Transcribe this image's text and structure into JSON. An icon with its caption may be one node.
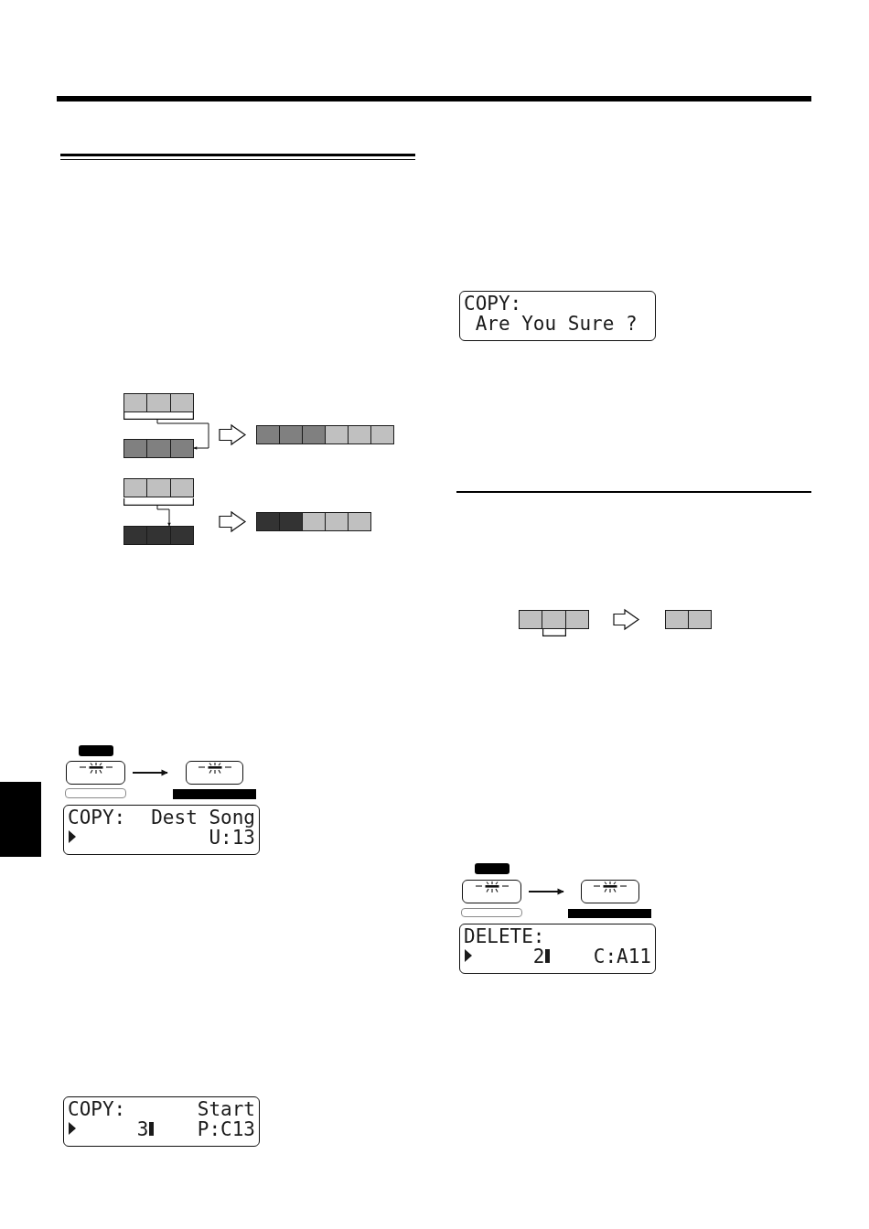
{
  "diagram": {
    "nodes": [
      {
        "text": [],
        "shape": "bar"
      },
      {
        "text": [],
        "shape": "bracket"
      },
      {
        "text": [],
        "shape": "bar"
      },
      {
        "text": [],
        "shape": "bar"
      },
      {
        "text": [],
        "shape": "bar"
      },
      {
        "text": [],
        "shape": "bracket"
      },
      {
        "text": [],
        "shape": "bar"
      },
      {
        "text": [],
        "shape": "bar"
      },
      {
        "text": [],
        "shape": "box"
      },
      {
        "text": [],
        "shape": "box"
      },
      {
        "text": [
          "COPY:",
          "Dest Song",
          "U:13"
        ]
      },
      {
        "text": [
          "COPY:",
          "Start",
          "3",
          "P:C13"
        ]
      },
      {
        "text": [
          "COPY:",
          "Are You Sure ?"
        ]
      },
      {
        "text": [],
        "shape": "bar"
      },
      {
        "text": [],
        "shape": "bar"
      },
      {
        "text": [],
        "shape": "box"
      },
      {
        "text": [],
        "shape": "box"
      },
      {
        "text": [
          "DELETE:",
          "2",
          "C:A11"
        ]
      },
      {
        "text": [],
        "shape": "box"
      }
    ],
    "edges": [
      {
        "from": 1,
        "to": 2,
        "arrow": "to"
      },
      {
        "from": 2,
        "to": 3,
        "arrow": "to",
        "style": "thick"
      },
      {
        "from": 5,
        "to": 6,
        "arrow": "to"
      },
      {
        "from": 6,
        "to": 7,
        "arrow": "to",
        "style": "thick"
      },
      {
        "from": 8,
        "to": 9,
        "arrow": "to"
      },
      {
        "from": 13,
        "to": 14,
        "arrow": "to",
        "style": "thick"
      },
      {
        "from": 15,
        "to": 16,
        "arrow": "to"
      }
    ]
  }
}
